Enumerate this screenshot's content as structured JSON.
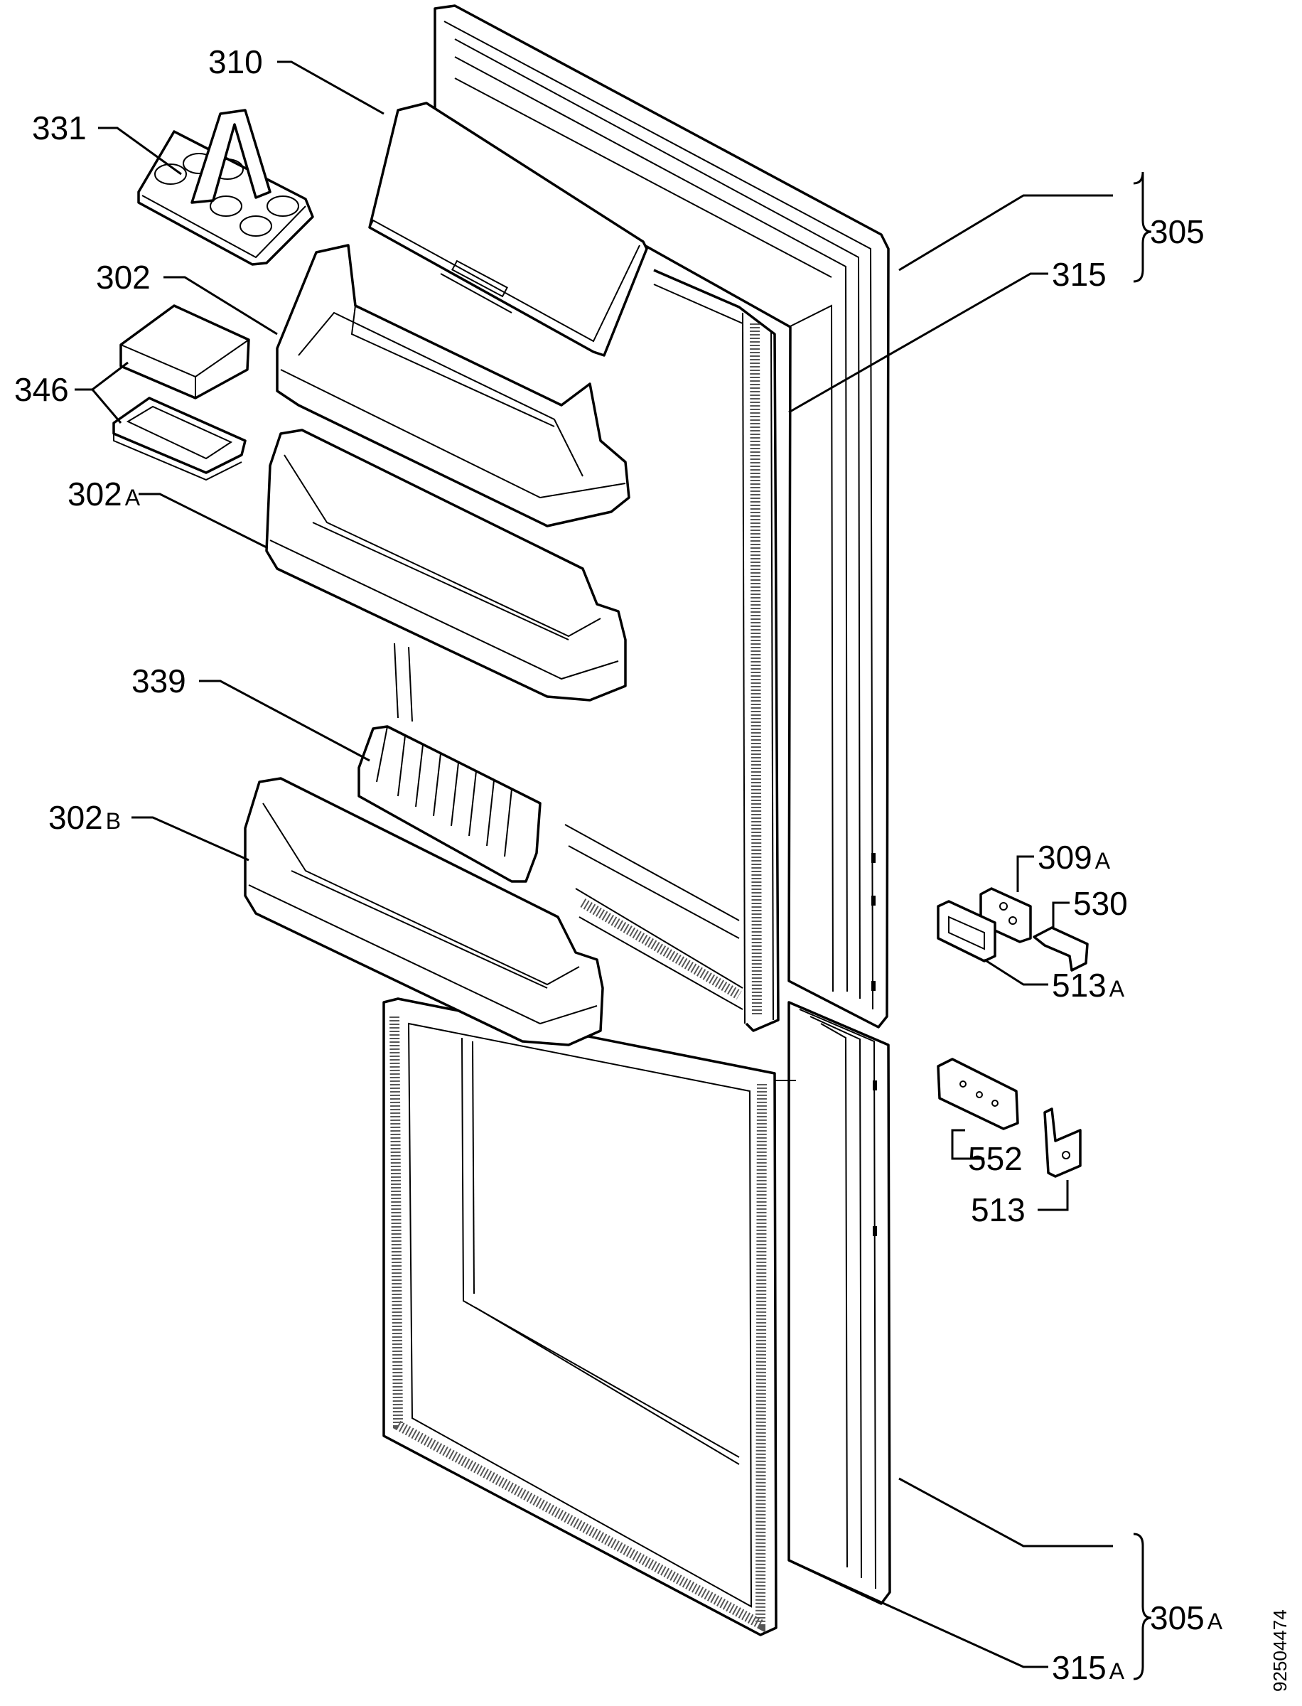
{
  "drawing_code": "92504474",
  "labels": {
    "p310": {
      "num": "310",
      "suffix": ""
    },
    "p331": {
      "num": "331",
      "suffix": ""
    },
    "p302": {
      "num": "302",
      "suffix": ""
    },
    "p346": {
      "num": "346",
      "suffix": ""
    },
    "p302a": {
      "num": "302",
      "suffix": "A"
    },
    "p339": {
      "num": "339",
      "suffix": ""
    },
    "p302b": {
      "num": "302",
      "suffix": "B"
    },
    "p305": {
      "num": "305",
      "suffix": ""
    },
    "p315": {
      "num": "315",
      "suffix": ""
    },
    "p309a": {
      "num": "309",
      "suffix": "A"
    },
    "p530": {
      "num": "530",
      "suffix": ""
    },
    "p513a": {
      "num": "513",
      "suffix": "A"
    },
    "p552": {
      "num": "552",
      "suffix": ""
    },
    "p513": {
      "num": "513",
      "suffix": ""
    },
    "p305a": {
      "num": "305",
      "suffix": "A"
    },
    "p315a": {
      "num": "315",
      "suffix": "A"
    }
  }
}
